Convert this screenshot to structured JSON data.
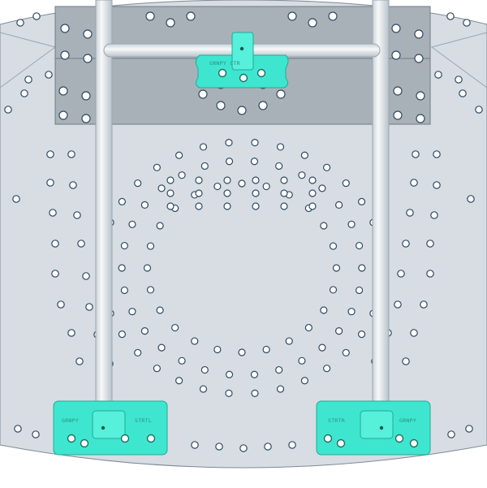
{
  "app": {
    "view": "3d-workplane-viewport"
  },
  "colors": {
    "background": "#ffffff",
    "plate_fill": "#d7dde3",
    "plate_edge": "#7d8a96",
    "band_fill": "#a9b1b8",
    "hole_fill": "#ffffff",
    "hole_edge": "#2f4a63",
    "rod_fill": "#e9edf0",
    "rod_edge": "#9aa6b0",
    "mount_fill": "#3fe6cf",
    "mount_edge": "#1faa97"
  },
  "mounts": {
    "top": {
      "text": "GRNPY CTR"
    },
    "bottom_left": {
      "text_left": "GRNPY",
      "text_right": "STRTL"
    },
    "bottom_right": {
      "text_left": "STRTR",
      "text_right": "GRNPY"
    }
  }
}
